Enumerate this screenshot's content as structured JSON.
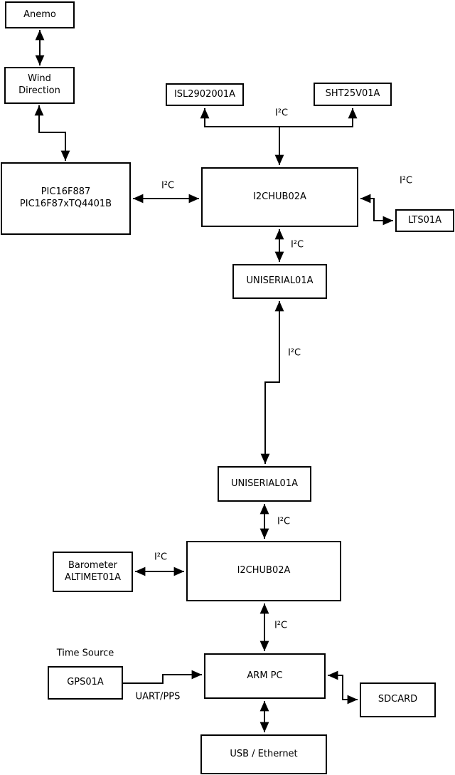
{
  "diagram": {
    "nodes": {
      "anemo": "Anemo",
      "wind_direction": "Wind\nDirection",
      "pic": "PIC16F887\nPIC16F87xTQ4401B",
      "isl": "ISL2902001A",
      "sht": "SHT25V01A",
      "hub1": "I2CHUB02A",
      "lts": "LTS01A",
      "uniserial1": "UNISERIAL01A",
      "uniserial2": "UNISERIAL01A",
      "hub2": "I2CHUB02A",
      "barometer": "Barometer\nALTIMET01A",
      "armpc": "ARM PC",
      "gps": "GPS01A",
      "sdcard": "SDCARD",
      "usb": "USB / Ethernet"
    },
    "edge_labels": {
      "i2c": "I²C",
      "time_source": "Time Source",
      "uart_pps": "UART/PPS"
    },
    "colors": {
      "background": "#ffffff",
      "line": "#000000",
      "text": "#000000"
    }
  }
}
